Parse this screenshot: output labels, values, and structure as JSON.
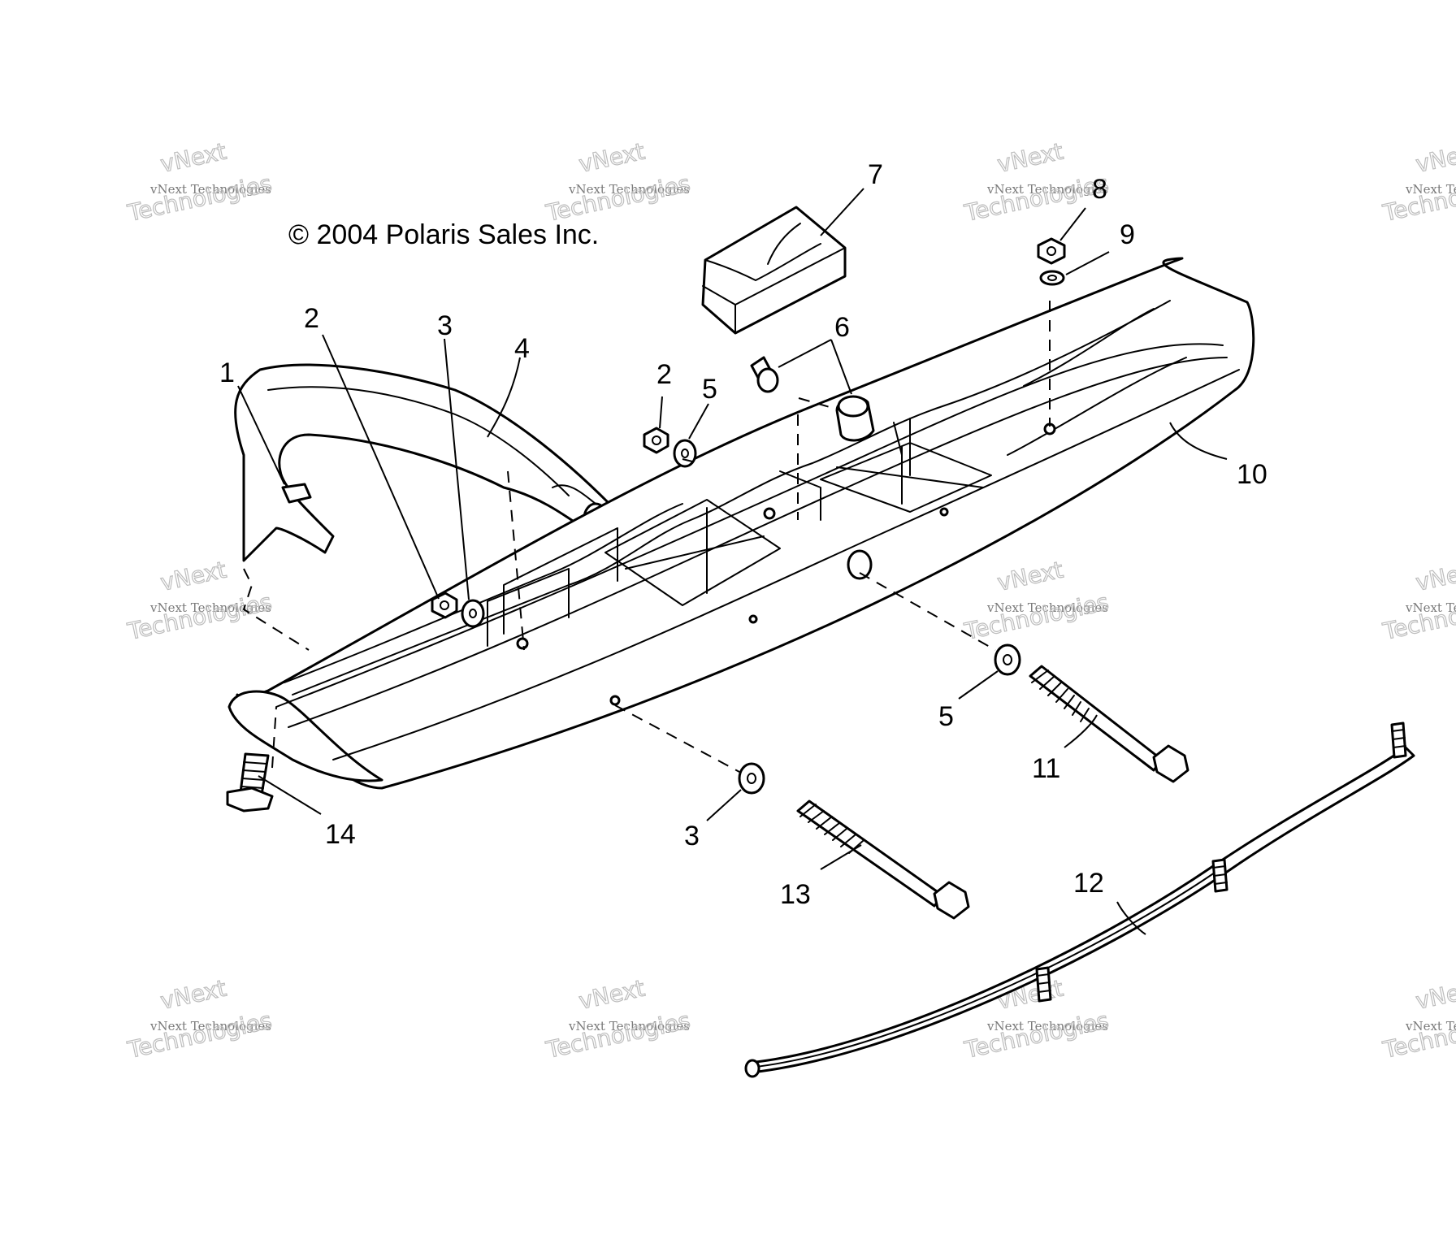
{
  "diagram": {
    "copyright": "© 2004 Polaris Sales Inc.",
    "watermark": {
      "line1": "vNext Technologies",
      "line2": "vNext",
      "line3": "Technologies"
    },
    "callouts": {
      "c1": "1",
      "c2a": "2",
      "c3a": "3",
      "c4": "4",
      "c2b": "2",
      "c5a": "5",
      "c6": "6",
      "c7": "7",
      "c8": "8",
      "c9": "9",
      "c10": "10",
      "c5b": "5",
      "c11": "11",
      "c3b": "3",
      "c13": "13",
      "c12": "12",
      "c14": "14"
    }
  }
}
